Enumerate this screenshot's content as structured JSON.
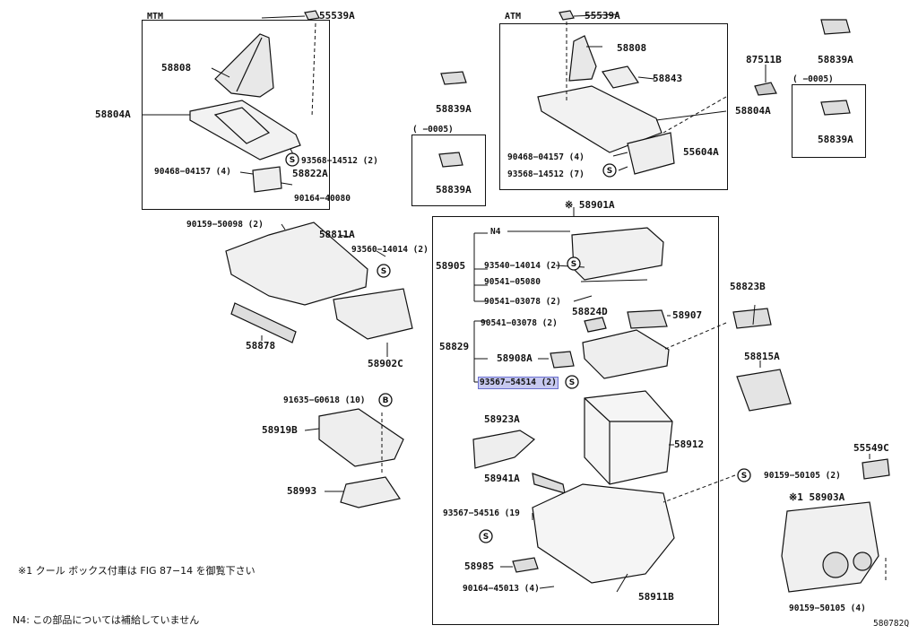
{
  "sections": {
    "mtm": "MTM",
    "atm": "ATM",
    "box_0005_left": "(     −0005)",
    "box_0005_right": "(     −0005)"
  },
  "labels": {
    "p55539a_1": "55539A",
    "p58808_1": "58808",
    "p58804a_1": "58804A",
    "p58839a_1": "58839A",
    "p58839a_2": "58839A",
    "p93568_14512_2": "93568−14512 (2)",
    "p90468_04157_4_a": "90468−04157 (4)",
    "p58822a": "58822A",
    "p90164_40080": "90164−40080",
    "p55539a_2": "55539A",
    "p58808_2": "58808",
    "p58843": "58843",
    "p87511b": "87511B",
    "p58839a_3": "58839A",
    "p58839a_4": "58839A",
    "p58804a_2": "58804A",
    "p90468_04157_4_b": "90468−04157 (4)",
    "p55604a": "55604A",
    "p93568_14512_7": "93568−14512 (7)",
    "p58901a": "※ 58901A",
    "n4": "N4",
    "p58905": "58905",
    "p93540_14014_2": "93540−14014 (2)",
    "p90541_05080": "90541−05080",
    "p90541_03078_2_a": "90541−03078 (2)",
    "p58824d": "58824D",
    "p90541_03078_2_b": "90541−03078 (2)",
    "p58907": "58907",
    "p58829": "58829",
    "p58908a": "58908A",
    "p93567_54514_2": "93567−54514 (2)",
    "p58923a": "58923A",
    "p58912": "58912",
    "p58941a": "58941A",
    "p93567_54516_19": "93567−54516 (19",
    "p58985": "58985",
    "p90164_45013_4": "90164−45013 (4)",
    "p58911b": "58911B",
    "p90159_50098_2": "90159−50098 (2)",
    "p58811a": "58811A",
    "p93560_14014_2": "93560−14014 (2)",
    "p58878": "58878",
    "p58902c": "58902C",
    "p91635_g0618_10": "91635−G0618 (10)",
    "p58919b": "58919B",
    "p58993": "58993",
    "p58823b": "58823B",
    "p58815a": "58815A",
    "p55549c": "55549C",
    "p90159_50105_2": "90159−50105 (2)",
    "p58903a": "※1 58903A",
    "p90159_50105_4": "90159−50105 (4)",
    "fig_code": "580782Q"
  },
  "markers": {
    "s": "S",
    "b": "B"
  },
  "notes": {
    "note1": "※1 クール ボックス付車は FIG 87−14 を御覧下さい",
    "note2": "N4: この部品については補給していません"
  }
}
